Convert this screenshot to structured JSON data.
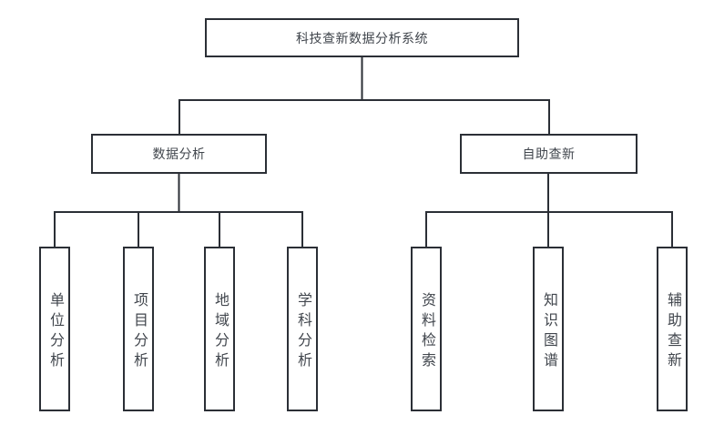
{
  "diagram": {
    "root": {
      "label": "科技查新数据分析系统"
    },
    "branches": [
      {
        "label": "数据分析",
        "children": [
          {
            "label": "单位分析"
          },
          {
            "label": "项目分析"
          },
          {
            "label": "地域分析"
          },
          {
            "label": "学科分析"
          }
        ]
      },
      {
        "label": "自助查新",
        "children": [
          {
            "label": "资料检索"
          },
          {
            "label": "知识图谱"
          },
          {
            "label": "辅助查新"
          }
        ]
      }
    ],
    "colors": {
      "background": "#ffffff",
      "box_border": "#2b2f36",
      "connector": "#2b2f36",
      "text": "#41464d"
    }
  }
}
